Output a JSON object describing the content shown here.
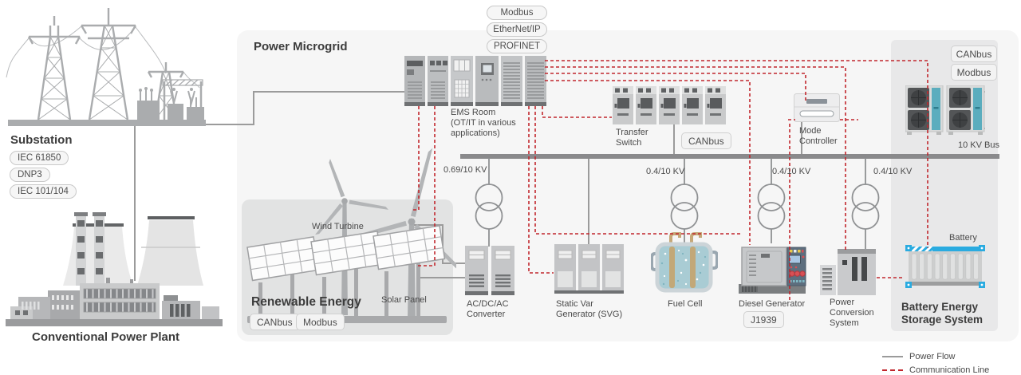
{
  "main_panel": {
    "title": "Power Microgrid"
  },
  "substation": {
    "title": "Substation",
    "protocols": [
      "IEC 61850",
      "DNP3",
      "IEC 101/104"
    ]
  },
  "conventional_plant": {
    "title": "Conventional Power Plant"
  },
  "ems_room": {
    "protocols": [
      "Modbus",
      "EtherNet/IP",
      "PROFINET"
    ],
    "label_lines": [
      "EMS Room",
      "(OT/IT in various",
      "applications)"
    ]
  },
  "transfer_switch": {
    "label_lines": [
      "Transfer",
      "Switch"
    ],
    "protocol": "CANbus"
  },
  "mode_controller": {
    "label_lines": [
      "Mode",
      "Controller"
    ]
  },
  "bus": {
    "label": "10 KV Bus"
  },
  "renewable": {
    "title": "Renewable Energy",
    "wind_turbine_label": "Wind Turbine",
    "solar_panel_label": "Solar Panel",
    "protocols": [
      "CANbus",
      "Modbus"
    ]
  },
  "acdc_converter": {
    "voltage": "0.69/10 KV",
    "label_lines": [
      "AC/DC/AC",
      "Converter"
    ]
  },
  "static_var_generator": {
    "label_lines": [
      "Static Var",
      "Generator (SVG)"
    ]
  },
  "fuel_cell": {
    "voltage": "0.4/10 KV",
    "label": "Fuel Cell"
  },
  "diesel_generator": {
    "voltage": "0.4/10 KV",
    "label": "Diesel Generator",
    "protocol": "J1939"
  },
  "pcs": {
    "voltage": "0.4/10 KV",
    "label_lines": [
      "Power",
      "Conversion",
      "System"
    ]
  },
  "bess": {
    "protocols": [
      "CANbus",
      "Modbus"
    ],
    "battery_label": "Battery",
    "title_lines": [
      "Battery Energy",
      "Storage System"
    ]
  },
  "legend": {
    "power_flow": "Power Flow",
    "communication_line": "Communication Line"
  },
  "colors": {
    "communication_line": "#c1272d",
    "power_line": "#9b9b9b",
    "bus_bar": "#8a8a8c",
    "teal_accent": "#56aec2",
    "battery_blue": "#2aabe0"
  }
}
